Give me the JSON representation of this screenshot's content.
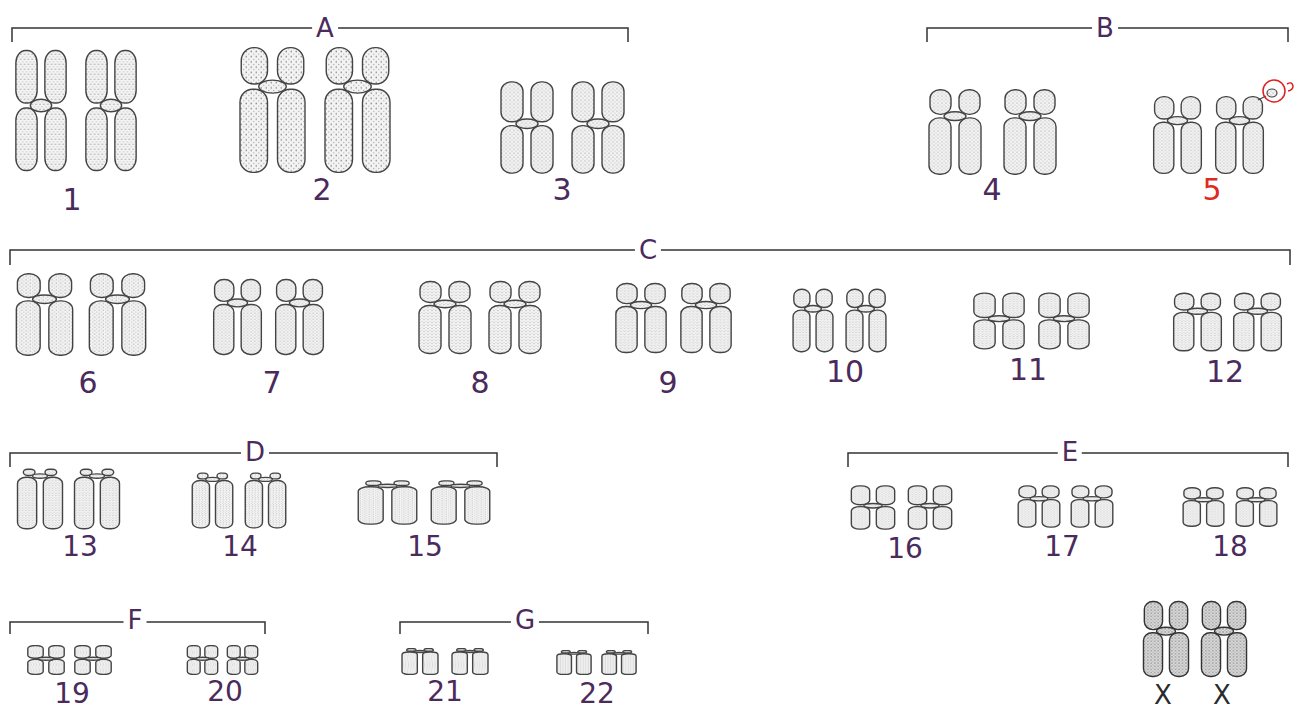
{
  "diagram": {
    "labels": [
      "A",
      "B",
      "1",
      "2",
      "3",
      "4",
      "5",
      "C",
      "6",
      "7",
      "8",
      "9",
      "10",
      "11",
      "12",
      "D",
      "E",
      "13",
      "14",
      "15",
      "16",
      "17",
      "18",
      "F",
      "G",
      "19",
      "20",
      "21",
      "22",
      "X",
      "X"
    ]
  }
}
